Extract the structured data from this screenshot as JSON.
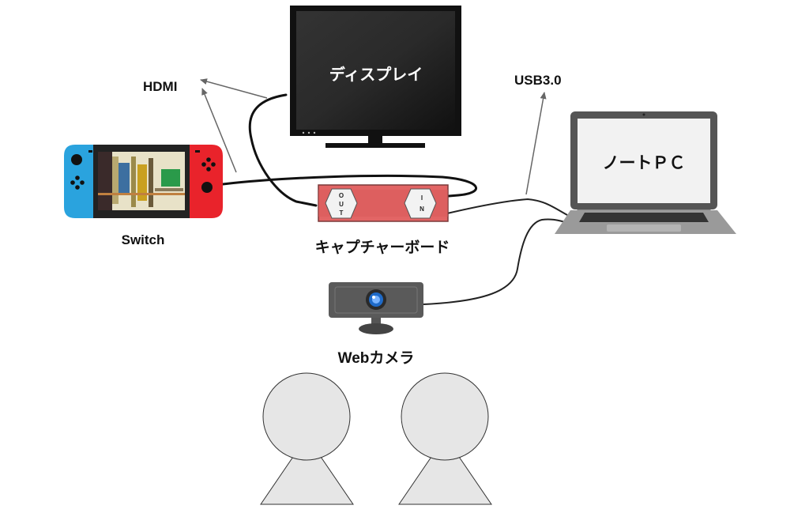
{
  "labels": {
    "hdmi": "HDMI",
    "usb": "USB3.0",
    "display": "ディスプレイ",
    "laptop": "ノートＰＣ",
    "switch": "Switch",
    "capture_board": "キャプチャーボード",
    "webcam": "Webカメラ",
    "port_out": "OUT",
    "port_in": "IN"
  },
  "colors": {
    "joycon_left": "#2aa3de",
    "joycon_right": "#e9232b",
    "capture_board": "#e26565",
    "person": "#e6e6e6",
    "laptop_body": "#9a9a9a"
  },
  "icons": [
    "display-icon",
    "switch-console-icon",
    "capture-board-icon",
    "laptop-icon",
    "webcam-icon",
    "person-icon"
  ]
}
